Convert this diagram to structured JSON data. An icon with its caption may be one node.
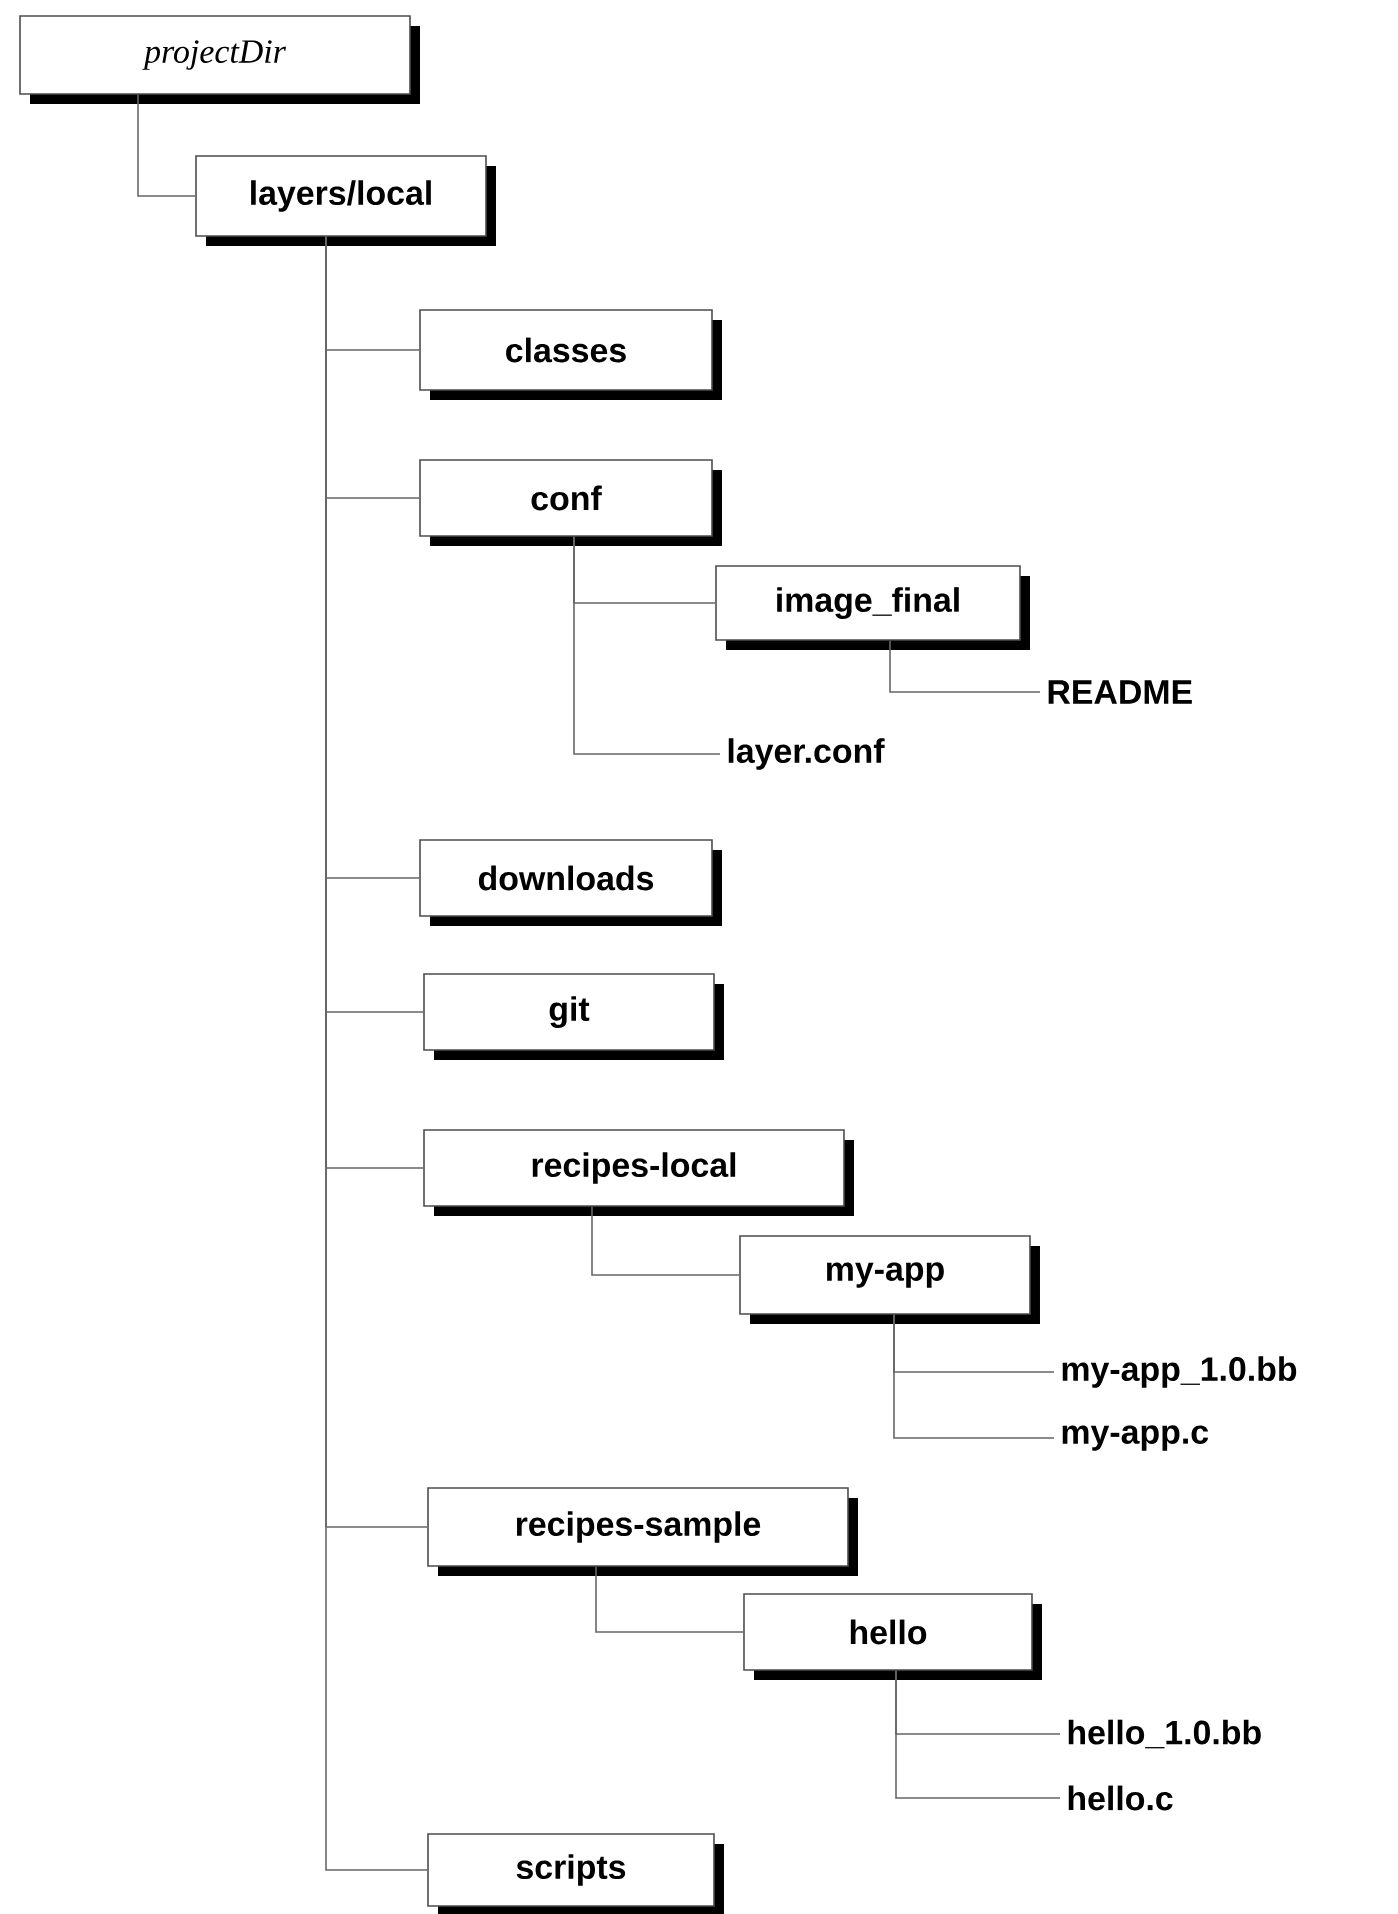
{
  "diagram": {
    "nodes": [
      {
        "text": [
          "projectDir"
        ]
      },
      {
        "text": [
          "layers/local"
        ]
      },
      {
        "text": [
          "classes"
        ]
      },
      {
        "text": [
          "conf"
        ]
      },
      {
        "text": [
          "image_final"
        ]
      },
      {
        "text": [
          "README"
        ]
      },
      {
        "text": [
          "layer.conf"
        ]
      },
      {
        "text": [
          "downloads"
        ]
      },
      {
        "text": [
          "git"
        ]
      },
      {
        "text": [
          "recipes-local"
        ]
      },
      {
        "text": [
          "my-app"
        ]
      },
      {
        "text": [
          "my-app_1.0.bb"
        ]
      },
      {
        "text": [
          "my-app.c"
        ]
      },
      {
        "text": [
          "recipes-sample"
        ]
      },
      {
        "text": [
          "hello"
        ]
      },
      {
        "text": [
          "hello_1.0.bb"
        ]
      },
      {
        "text": [
          "hello.c"
        ]
      },
      {
        "text": [
          "scripts"
        ]
      }
    ],
    "edges": [
      {
        "from": 0,
        "to": 1,
        "arrow": "none"
      },
      {
        "from": 1,
        "to": 2,
        "arrow": "none"
      },
      {
        "from": 1,
        "to": 3,
        "arrow": "none"
      },
      {
        "from": 3,
        "to": 4,
        "arrow": "none"
      },
      {
        "from": 4,
        "to": 5,
        "arrow": "none"
      },
      {
        "from": 3,
        "to": 6,
        "arrow": "none"
      },
      {
        "from": 1,
        "to": 7,
        "arrow": "none"
      },
      {
        "from": 1,
        "to": 8,
        "arrow": "none"
      },
      {
        "from": 1,
        "to": 9,
        "arrow": "none"
      },
      {
        "from": 9,
        "to": 10,
        "arrow": "none"
      },
      {
        "from": 10,
        "to": 11,
        "arrow": "none"
      },
      {
        "from": 10,
        "to": 12,
        "arrow": "none"
      },
      {
        "from": 1,
        "to": 13,
        "arrow": "none"
      },
      {
        "from": 13,
        "to": 14,
        "arrow": "none"
      },
      {
        "from": 14,
        "to": 15,
        "arrow": "none"
      },
      {
        "from": 14,
        "to": 16,
        "arrow": "none"
      },
      {
        "from": 1,
        "to": 17,
        "arrow": "none"
      }
    ]
  }
}
